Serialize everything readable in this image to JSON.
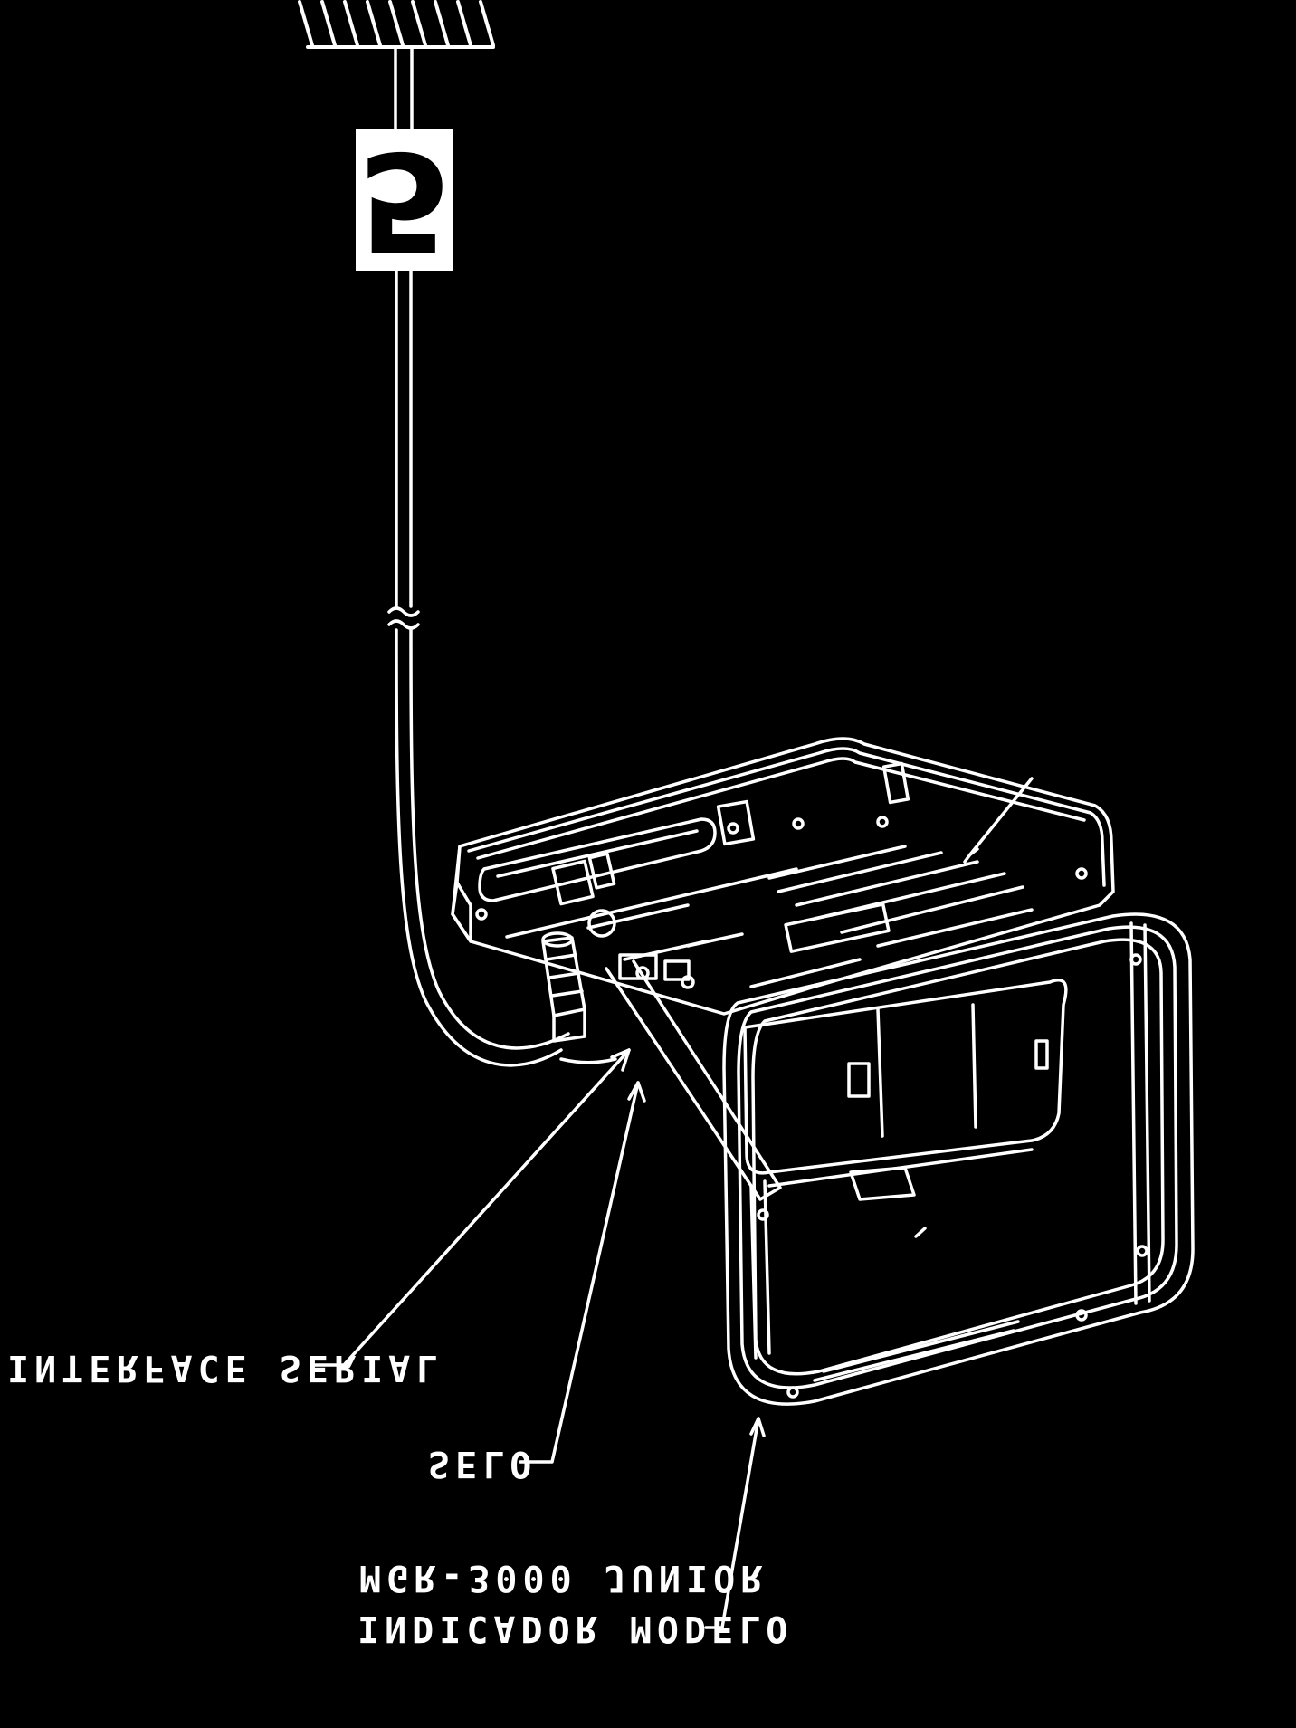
{
  "figure": {
    "badge": "5",
    "labels": {
      "interface": "INTERFACE SERIAL",
      "seal": "SELO",
      "model_line1": "INDICADOR MODELO",
      "model_line2": "MGR-3000 JUNIOR"
    },
    "colors": {
      "background": "#000000",
      "ink": "#ffffff"
    }
  }
}
